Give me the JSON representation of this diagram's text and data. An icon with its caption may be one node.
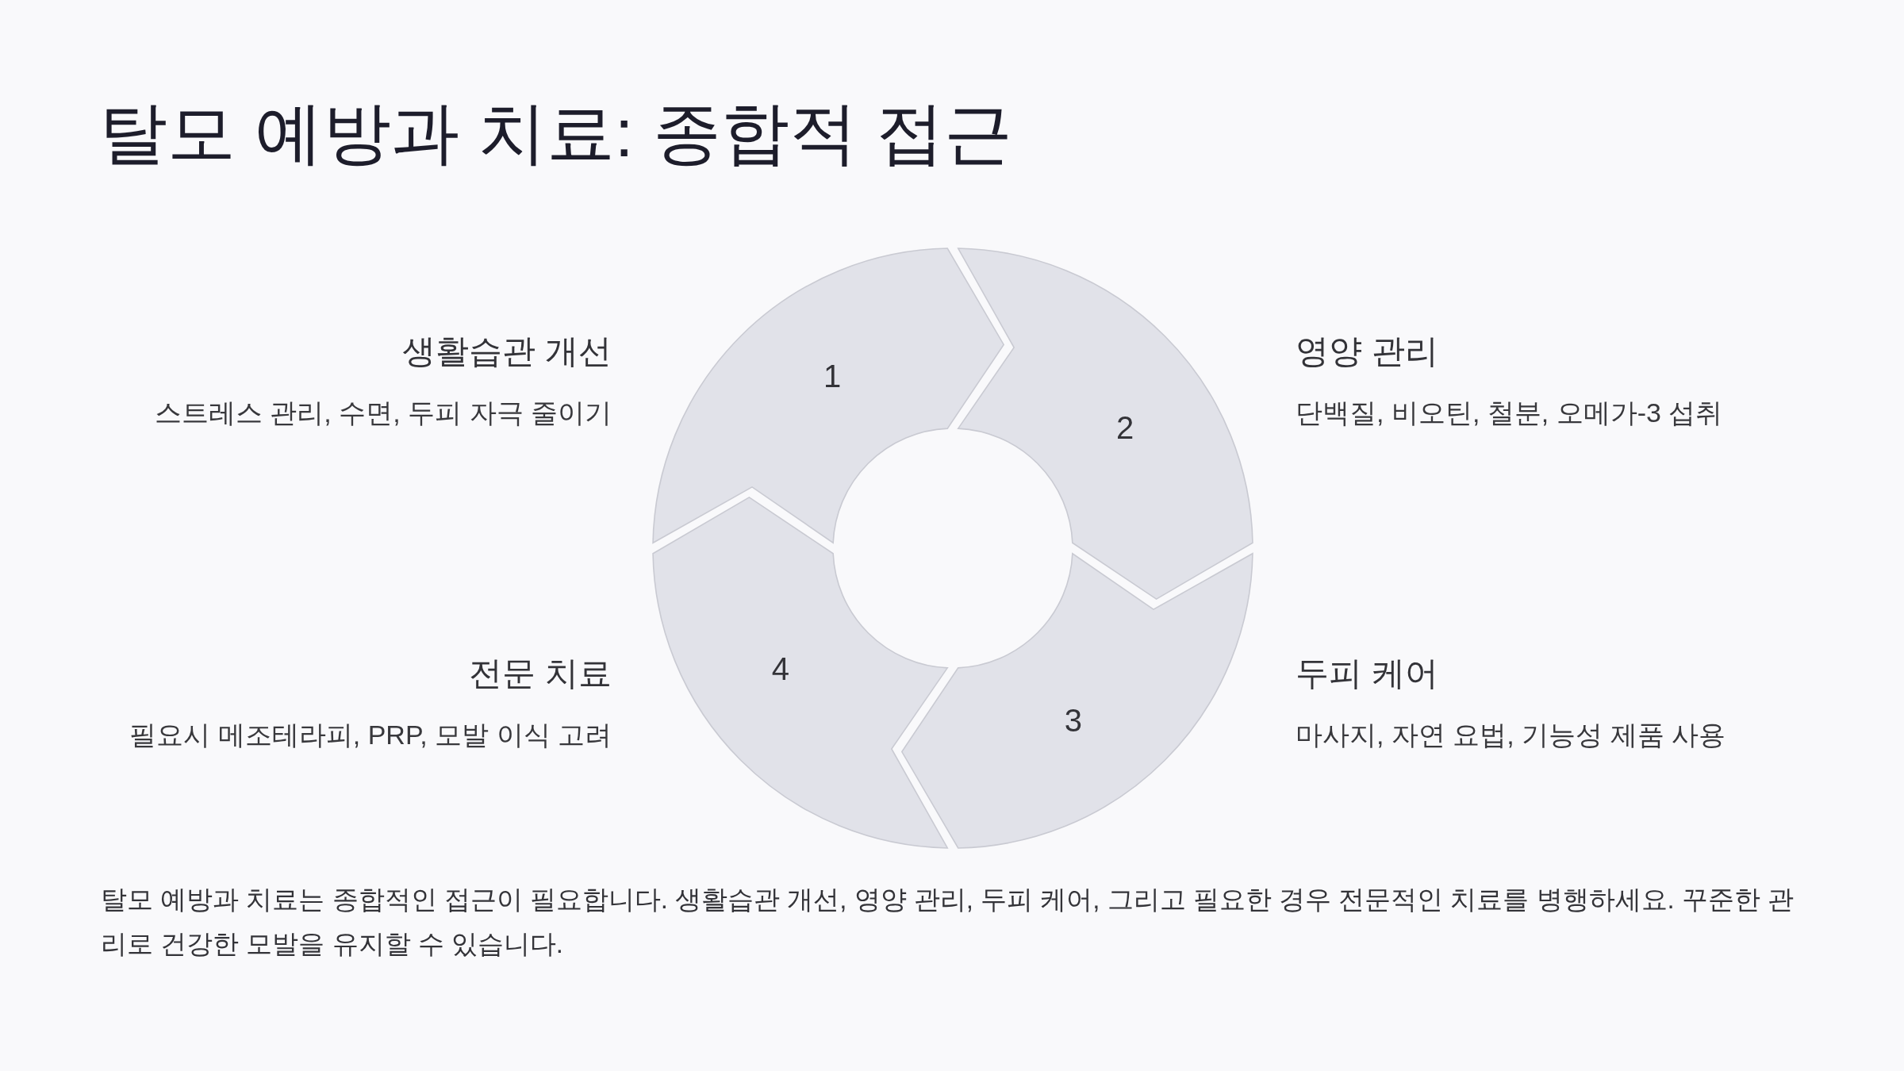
{
  "diagram": {
    "title": "탈모 예방과 치료: 종합적 접근",
    "nodes": [
      {
        "text": [
          "1"
        ],
        "beside": [
          "생활습관 개선",
          "스트레스 관리, 수면, 두피 자극 줄이기"
        ]
      },
      {
        "text": [
          "2"
        ],
        "beside": [
          "영양 관리",
          "단백질, 비오틴, 철분, 오메가-3 섭취"
        ]
      },
      {
        "text": [
          "3"
        ],
        "beside": [
          "두피 케어",
          "마사지, 자연 요법, 기능성 제품 사용"
        ]
      },
      {
        "text": [
          "4"
        ],
        "beside": [
          "전문 치료",
          "필요시 메조테라피, PRP, 모발 이식 고려"
        ]
      }
    ],
    "caption": "탈모 예방과 치료는 종합적인 접근이 필요합니다. 생활습관 개선, 영양 관리, 두피 케어, 그리고 필요한 경우 전문적인 치료를 병행하세요. 꾸준한 관리로 건강한 모발을 유지할 수 있습니다."
  }
}
